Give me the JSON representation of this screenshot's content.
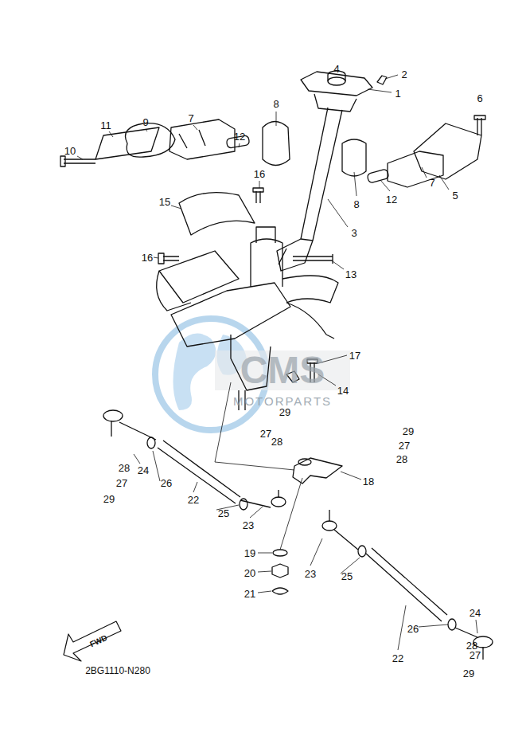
{
  "diagram": {
    "labels": [
      "1",
      "2",
      "3",
      "4",
      "5",
      "6",
      "7",
      "7",
      "8",
      "8",
      "9",
      "10",
      "11",
      "12",
      "12",
      "13",
      "14",
      "15",
      "16",
      "16",
      "17",
      "18",
      "19",
      "20",
      "21",
      "22",
      "22",
      "23",
      "23",
      "24",
      "24",
      "25",
      "25",
      "26",
      "26",
      "27",
      "27",
      "27",
      "27",
      "28",
      "28",
      "28",
      "28",
      "29",
      "29",
      "29",
      "29",
      "FWD",
      "2BG1110-N280",
      "CMS",
      "MOTORPARTS"
    ]
  }
}
